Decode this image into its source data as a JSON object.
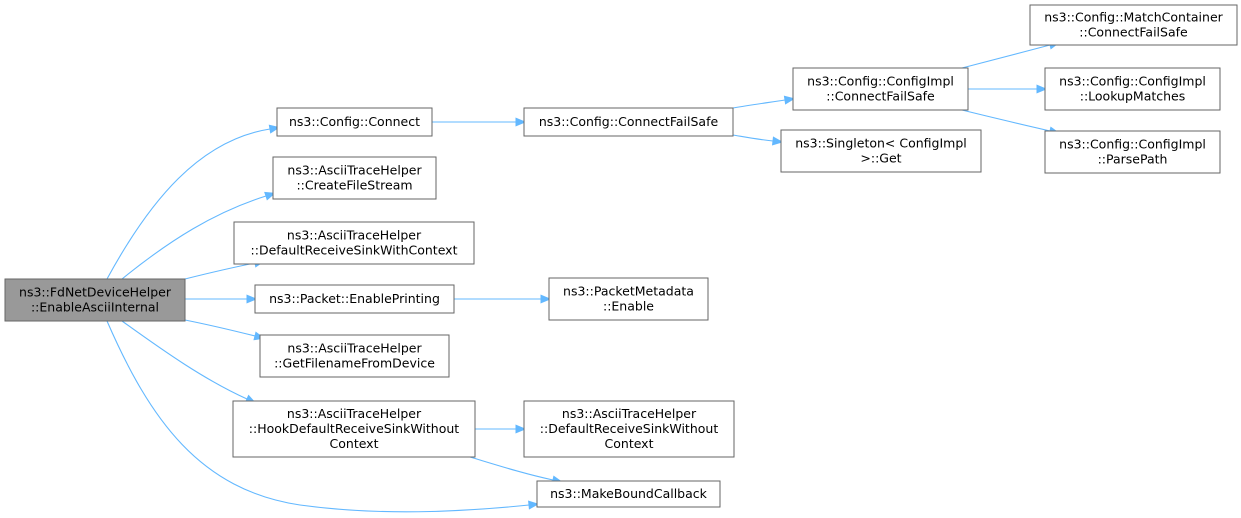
{
  "diagram": {
    "colors": {
      "edge": "#63b8ff",
      "node_border": "#666666",
      "root_fill": "#999999",
      "node_fill": "#ffffff"
    },
    "nodes": [
      {
        "id": "enableAsciiInternal",
        "lines": [
          "ns3::FdNetDeviceHelper",
          "::EnableAsciiInternal"
        ],
        "root": true
      },
      {
        "id": "configConnect",
        "lines": [
          "ns3::Config::Connect"
        ]
      },
      {
        "id": "createFileStream",
        "lines": [
          "ns3::AsciiTraceHelper",
          "::CreateFileStream"
        ]
      },
      {
        "id": "defaultReceiveSinkWithContext",
        "lines": [
          "ns3::AsciiTraceHelper",
          "::DefaultReceiveSinkWithContext"
        ]
      },
      {
        "id": "packetEnablePrinting",
        "lines": [
          "ns3::Packet::EnablePrinting"
        ]
      },
      {
        "id": "getFilenameFromDevice",
        "lines": [
          "ns3::AsciiTraceHelper",
          "::GetFilenameFromDevice"
        ]
      },
      {
        "id": "hookDefaultReceiveSinkWithoutContext",
        "lines": [
          "ns3::AsciiTraceHelper",
          "::HookDefaultReceiveSinkWithout",
          "Context"
        ]
      },
      {
        "id": "makeBoundCallback",
        "lines": [
          "ns3::MakeBoundCallback"
        ]
      },
      {
        "id": "configConnectFailSafe",
        "lines": [
          "ns3::Config::ConnectFailSafe"
        ]
      },
      {
        "id": "packetMetadataEnable",
        "lines": [
          "ns3::PacketMetadata",
          "::Enable"
        ]
      },
      {
        "id": "defaultReceiveSinkWithoutContext",
        "lines": [
          "ns3::AsciiTraceHelper",
          "::DefaultReceiveSinkWithout",
          "Context"
        ]
      },
      {
        "id": "configImplConnectFailSafe",
        "lines": [
          "ns3::Config::ConfigImpl",
          "::ConnectFailSafe"
        ]
      },
      {
        "id": "singletonGet",
        "lines": [
          "ns3::Singleton< ConfigImpl",
          ">::Get"
        ]
      },
      {
        "id": "matchContainerConnectFailSafe",
        "lines": [
          "ns3::Config::MatchContainer",
          "::ConnectFailSafe"
        ]
      },
      {
        "id": "lookupMatches",
        "lines": [
          "ns3::Config::ConfigImpl",
          "::LookupMatches"
        ]
      },
      {
        "id": "parsePath",
        "lines": [
          "ns3::Config::ConfigImpl",
          "::ParsePath"
        ]
      }
    ],
    "edges": [
      {
        "from": "enableAsciiInternal",
        "to": "configConnect"
      },
      {
        "from": "enableAsciiInternal",
        "to": "createFileStream"
      },
      {
        "from": "enableAsciiInternal",
        "to": "defaultReceiveSinkWithContext"
      },
      {
        "from": "enableAsciiInternal",
        "to": "packetEnablePrinting"
      },
      {
        "from": "enableAsciiInternal",
        "to": "getFilenameFromDevice"
      },
      {
        "from": "enableAsciiInternal",
        "to": "hookDefaultReceiveSinkWithoutContext"
      },
      {
        "from": "enableAsciiInternal",
        "to": "makeBoundCallback"
      },
      {
        "from": "configConnect",
        "to": "configConnectFailSafe"
      },
      {
        "from": "packetEnablePrinting",
        "to": "packetMetadataEnable"
      },
      {
        "from": "hookDefaultReceiveSinkWithoutContext",
        "to": "defaultReceiveSinkWithoutContext"
      },
      {
        "from": "hookDefaultReceiveSinkWithoutContext",
        "to": "makeBoundCallback"
      },
      {
        "from": "configConnectFailSafe",
        "to": "configImplConnectFailSafe"
      },
      {
        "from": "configConnectFailSafe",
        "to": "singletonGet"
      },
      {
        "from": "configImplConnectFailSafe",
        "to": "matchContainerConnectFailSafe"
      },
      {
        "from": "configImplConnectFailSafe",
        "to": "lookupMatches"
      },
      {
        "from": "configImplConnectFailSafe",
        "to": "parsePath"
      }
    ]
  }
}
